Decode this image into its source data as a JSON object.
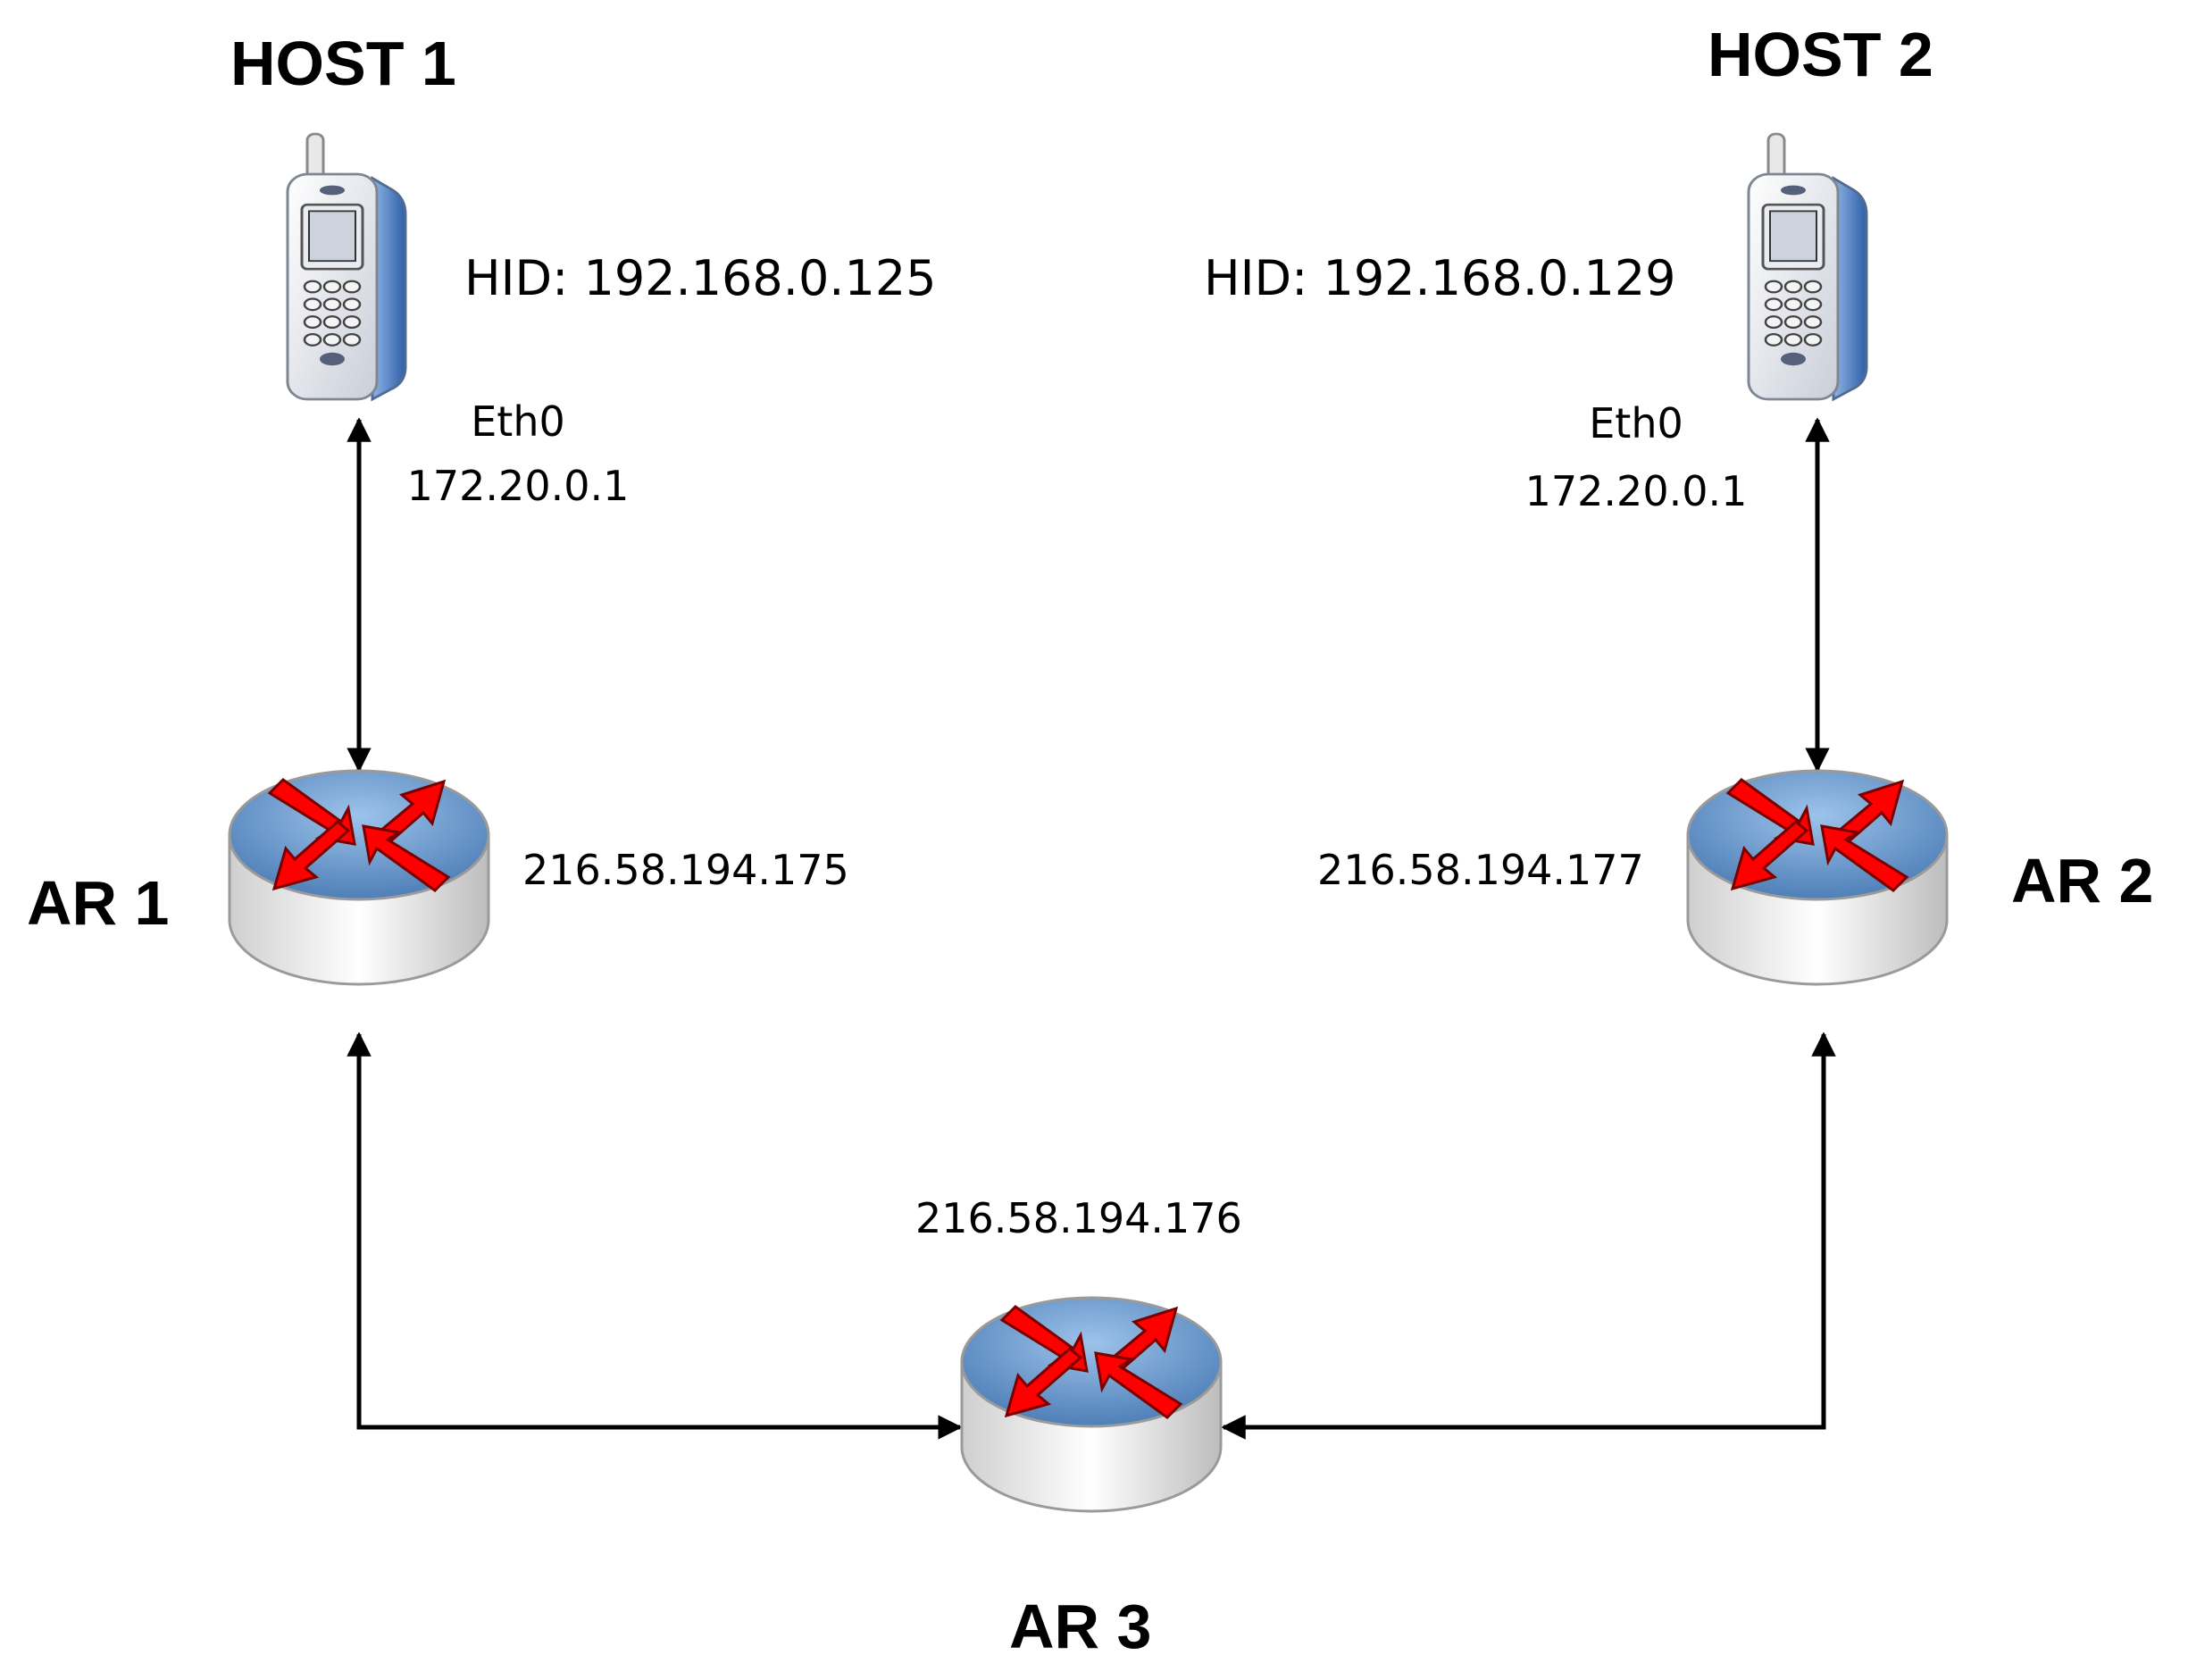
{
  "hosts": [
    {
      "title": "HOST 1",
      "hid": "HID: 192.168.0.125",
      "iface": "Eth0",
      "iface_ip": "172.20.0.1"
    },
    {
      "title": "HOST 2",
      "hid": "HID: 192.168.0.129",
      "iface": "Eth0",
      "iface_ip": "172.20.0.1"
    }
  ],
  "routers": [
    {
      "title": "AR 1",
      "ip": "216.58.194.175"
    },
    {
      "title": "AR 2",
      "ip": "216.58.194.177"
    },
    {
      "title": "AR 3",
      "ip": "216.58.194.176"
    }
  ],
  "links": [
    {
      "from": "HOST 1",
      "to": "AR 1",
      "direction": "bidirectional"
    },
    {
      "from": "HOST 2",
      "to": "AR 2",
      "direction": "bidirectional"
    },
    {
      "from": "AR 1",
      "to": "AR 3",
      "direction": "bidirectional"
    },
    {
      "from": "AR 2",
      "to": "AR 3",
      "direction": "bidirectional"
    }
  ],
  "colors": {
    "link": "#000000",
    "router_top": "#6f9fd0",
    "router_body": "#e6e6e6",
    "router_arrows": "#ff0000",
    "phone_body": "#dfe3ea",
    "phone_side": "#5b8fd0"
  }
}
